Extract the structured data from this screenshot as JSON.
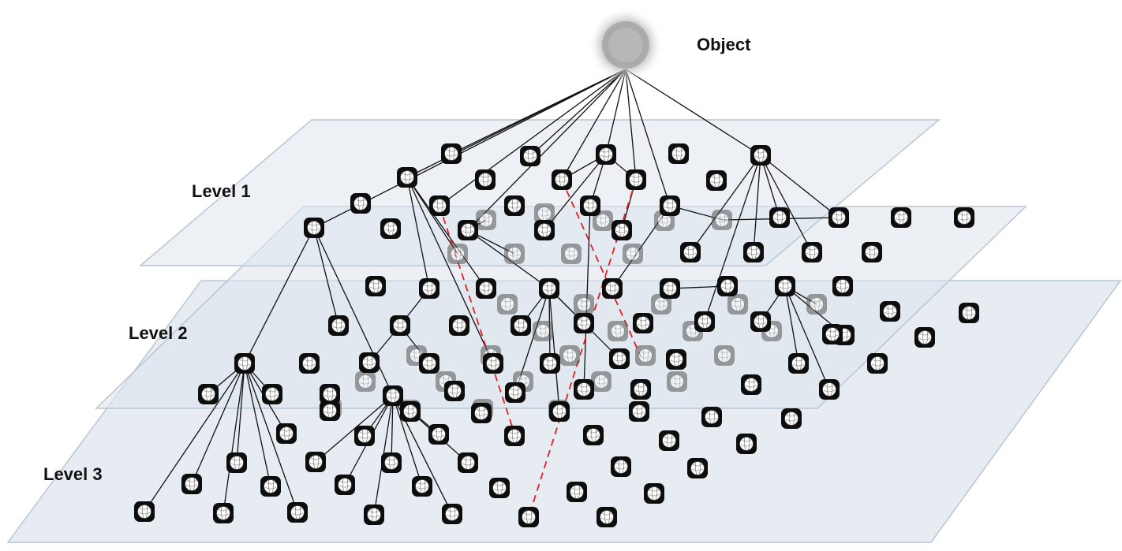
{
  "labels": {
    "object": "Object",
    "level1": "Level 1",
    "level2": "Level 2",
    "level3": "Level 3"
  },
  "colors": {
    "plane_fill": "#dfe6ee",
    "plane_stroke": "#b9c6d4",
    "node_fill": "#0d0d0d",
    "node_inner": "#ffffff",
    "link_solid": "#111111",
    "link_dashed": "#e02020",
    "object_glow": "#bdbdbd"
  },
  "icons": {
    "node": "ball-icon",
    "object": "object-sphere-icon"
  }
}
